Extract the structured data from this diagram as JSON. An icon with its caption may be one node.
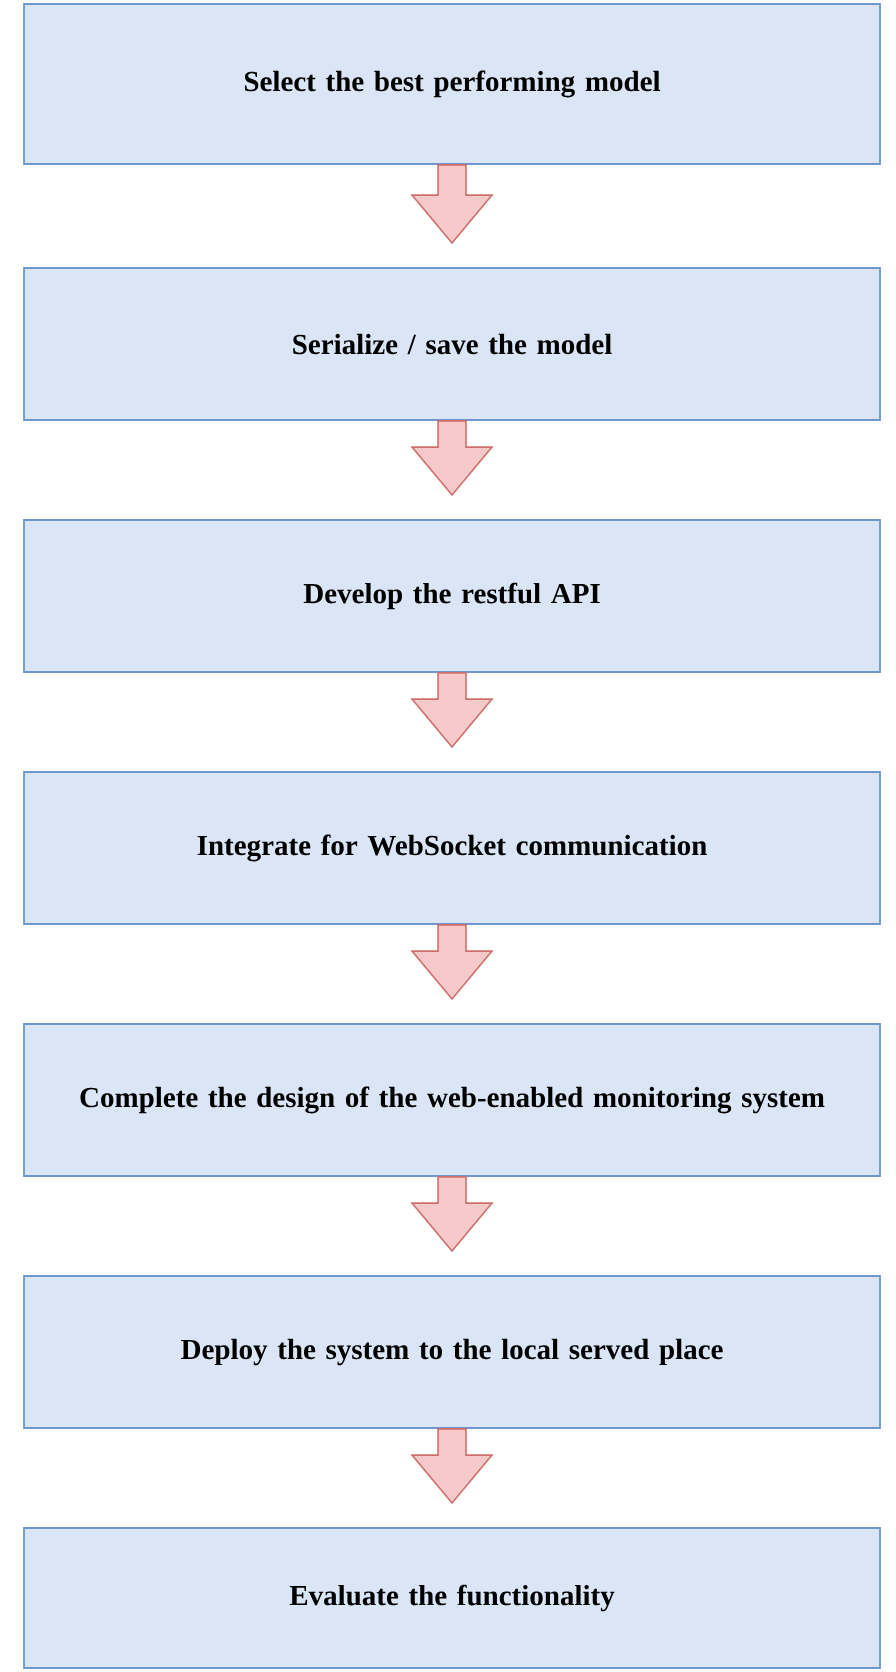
{
  "diagram": {
    "nodes": [
      {
        "text": [
          "Select the best performing model"
        ]
      },
      {
        "text": [
          "Serialize / save the model"
        ]
      },
      {
        "text": [
          "Develop the restful API"
        ]
      },
      {
        "text": [
          "Integrate for WebSocket communication"
        ]
      },
      {
        "text": [
          "Complete the design of the web-enabled monitoring system"
        ]
      },
      {
        "text": [
          "Deploy the system to the local served place"
        ]
      },
      {
        "text": [
          "Evaluate the functionality"
        ]
      }
    ],
    "edges": [
      {
        "from": 0,
        "to": 1,
        "arrow": "to"
      },
      {
        "from": 1,
        "to": 2,
        "arrow": "to"
      },
      {
        "from": 2,
        "to": 3,
        "arrow": "to"
      },
      {
        "from": 3,
        "to": 4,
        "arrow": "to"
      },
      {
        "from": 4,
        "to": 5,
        "arrow": "to"
      },
      {
        "from": 5,
        "to": 6,
        "arrow": "to"
      }
    ]
  }
}
